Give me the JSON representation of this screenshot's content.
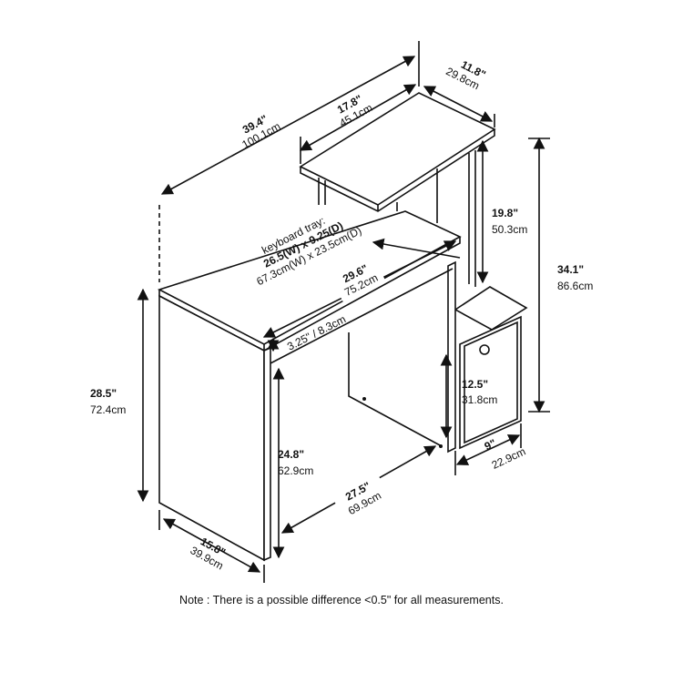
{
  "dimensions": {
    "overall_width": {
      "in": "39.4\"",
      "cm": "100.1cm"
    },
    "shelf_width": {
      "in": "17.8\"",
      "cm": "45.1cm"
    },
    "shelf_depth": {
      "in": "11.8\"",
      "cm": "29.8cm"
    },
    "shelf_clearance": {
      "in": "19.8\"",
      "cm": "50.3cm"
    },
    "overall_height": {
      "in": "34.1\"",
      "cm": "86.6cm"
    },
    "keyboard_tray": {
      "label": "keyboard tray:",
      "in": "26.5(W) x 9.25(D)",
      "cm": "67.3cm(W) x 23.5cm(D)"
    },
    "desk_width": {
      "in": "29.6\"",
      "cm": "75.2cm"
    },
    "tray_height": {
      "text": "3.25\" / 8.3cm"
    },
    "desk_height": {
      "in": "28.5\"",
      "cm": "72.4cm"
    },
    "cabinet_height": {
      "in": "12.5\"",
      "cm": "31.8cm"
    },
    "knee_height": {
      "in": "24.8\"",
      "cm": "62.9cm"
    },
    "knee_width": {
      "in": "27.5\"",
      "cm": "69.9cm"
    },
    "cabinet_width": {
      "in": "9\"",
      "cm": "22.9cm"
    },
    "desk_depth": {
      "in": "15.8\"",
      "cm": "39.9cm"
    }
  },
  "note": "Note : There is a possible difference <0.5\" for all measurements."
}
